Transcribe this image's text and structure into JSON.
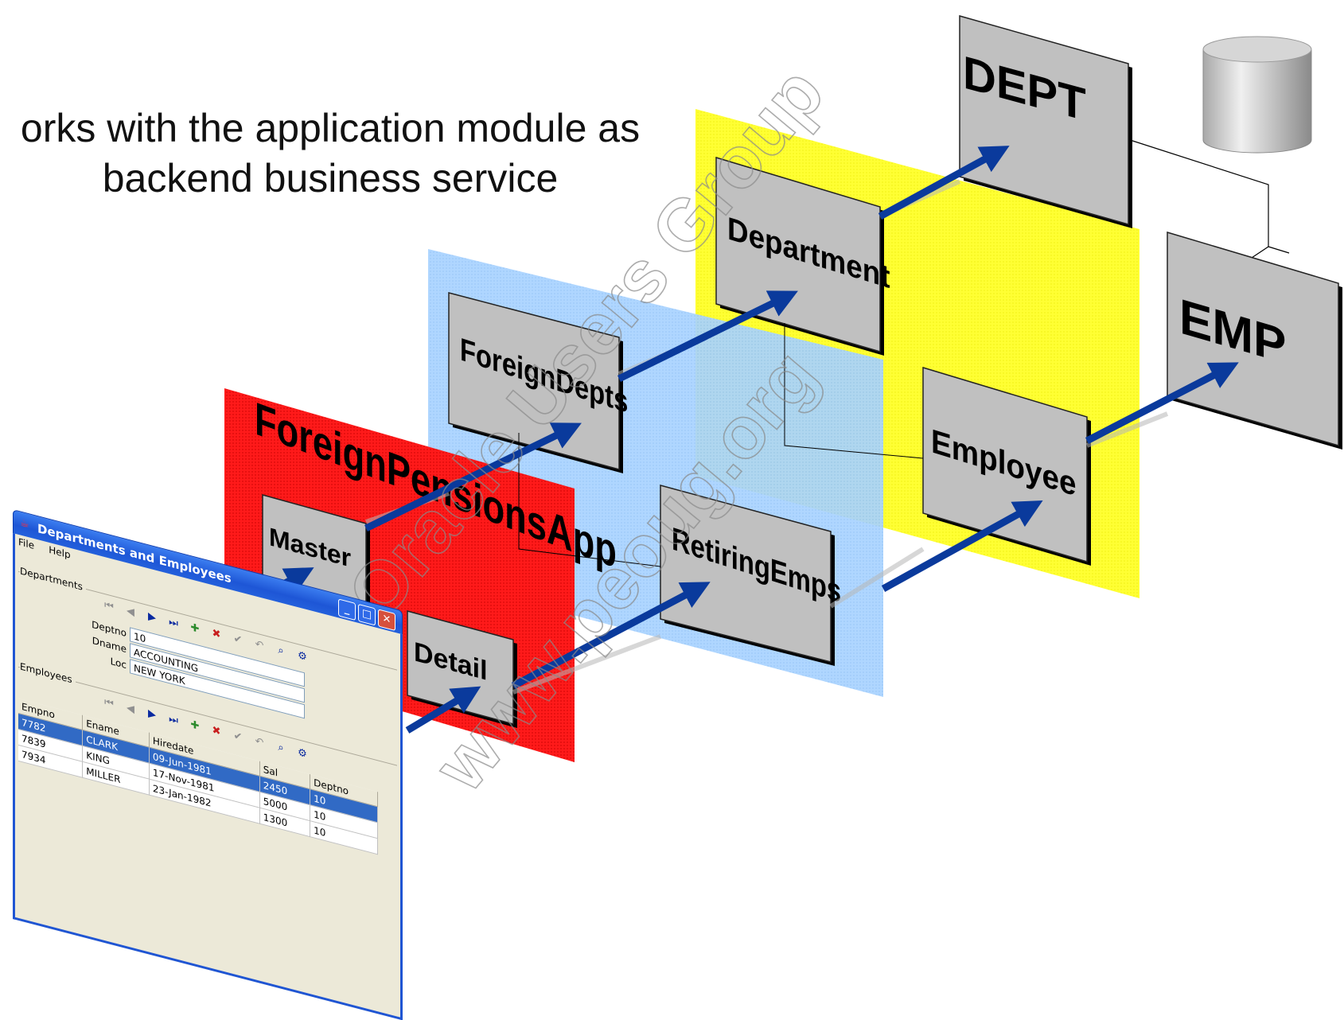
{
  "caption": {
    "line1": "orks with the application module as",
    "line2": "backend business service"
  },
  "layers": {
    "app_module": "ForeignPensionsApp"
  },
  "boxes": {
    "master": "Master",
    "detail": "Detail",
    "foreign_depts": "ForeignDepts",
    "retiring_emps": "RetiringEmps",
    "department": "Department",
    "employee": "Employee",
    "dept": "DEPT",
    "emp": "EMP"
  },
  "watermark": {
    "line1": "PERU Oracle Users Group",
    "line2": "www.peoug.org"
  },
  "colors": {
    "app_layer": "#ff1a1a",
    "view_layer": "#99ccff",
    "entity_layer": "#ffff33",
    "arrow": "#0a3a9c",
    "box_fill": "#c0c0c0"
  },
  "app_window": {
    "title": "Departments and Employees",
    "menu": [
      "File",
      "Help"
    ],
    "departments_label": "Departments",
    "employees_label": "Employees",
    "dept_fields": [
      {
        "label": "Deptno",
        "value": "10"
      },
      {
        "label": "Dname",
        "value": "ACCOUNTING"
      },
      {
        "label": "Loc",
        "value": "NEW YORK"
      }
    ],
    "emp_columns": [
      "Empno",
      "Ename",
      "Hiredate",
      "Sal",
      "Deptno"
    ],
    "emp_rows": [
      [
        "7782",
        "CLARK",
        "09-Jun-1981",
        "2450",
        "10"
      ],
      [
        "7839",
        "KING",
        "17-Nov-1981",
        "5000",
        "10"
      ],
      [
        "7934",
        "MILLER",
        "23-Jan-1982",
        "1300",
        "10"
      ]
    ]
  }
}
